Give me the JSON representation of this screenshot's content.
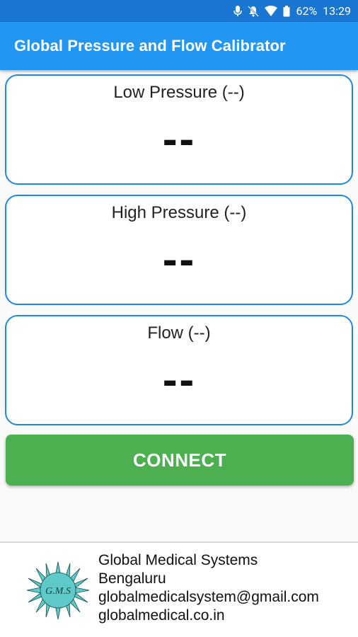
{
  "status_bar": {
    "battery": "62%",
    "time": "13:29",
    "icons": [
      "mic-icon",
      "notifications-off-icon",
      "wifi-icon",
      "battery-icon"
    ]
  },
  "app_bar": {
    "title": "Global Pressure and Flow Calibrator"
  },
  "cards": [
    {
      "label": "Low Pressure (--)",
      "value": "--"
    },
    {
      "label": "High Pressure (--)",
      "value": "--"
    },
    {
      "label": "Flow (--)",
      "value": "--"
    }
  ],
  "connect_button": {
    "label": "CONNECT"
  },
  "footer": {
    "logo_text": "G.M.S",
    "company": "Global Medical Systems",
    "city": "Bengaluru",
    "email": "globalmedicalsystem@gmail.com",
    "website": "globalmedical.co.in"
  },
  "colors": {
    "status_bar": "#1976d2",
    "app_bar": "#2196f3",
    "card_border": "#1e88e5",
    "connect": "#4caf50"
  }
}
